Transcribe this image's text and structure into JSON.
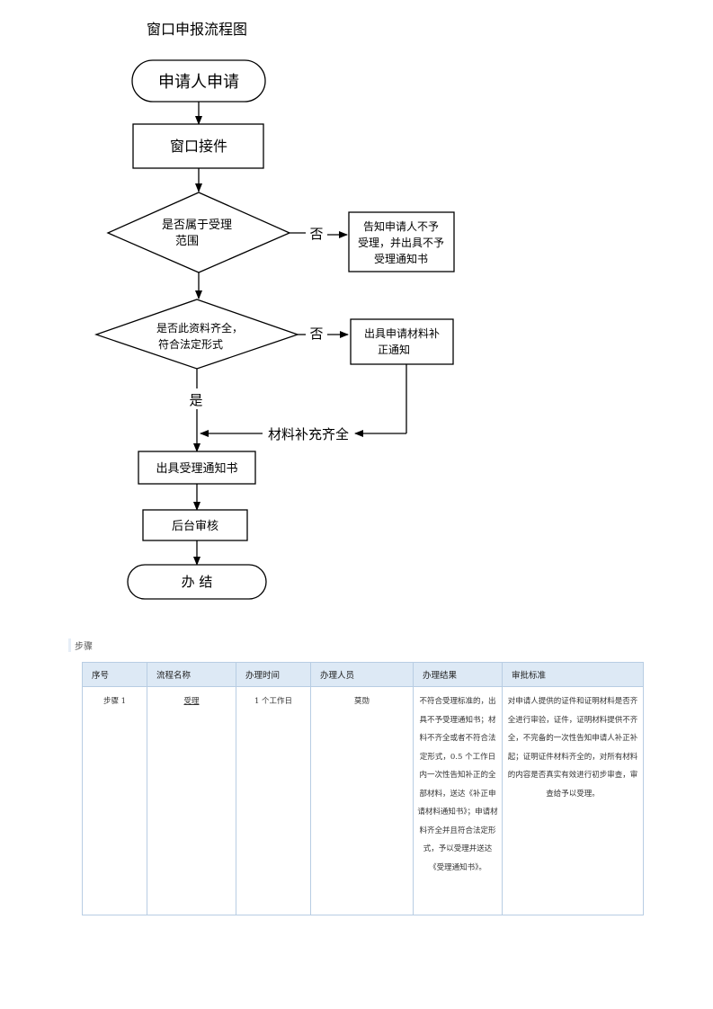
{
  "flowchart": {
    "title": "窗口申报流程图",
    "nodes": {
      "start": "申请人申请",
      "receive": "窗口接件",
      "decision1": [
        "是否属于受理",
        "范围"
      ],
      "reject": [
        "告知申请人不予",
        "受理，并出具不予",
        "受理通知书"
      ],
      "decision2": [
        "是否此资料齐全，",
        "符合法定形式"
      ],
      "supplement": [
        "出具申请材料补",
        "正通知"
      ],
      "accept": "出具受理通知书",
      "review": "后台审核",
      "end": "办 结"
    },
    "edges": {
      "no1": "否",
      "no2": "否",
      "yes": "是",
      "complete": "材料补充齐全"
    }
  },
  "steps_section": {
    "label": "步骤",
    "headers": [
      "序号",
      "流程名称",
      "办理时间",
      "办理人员",
      "办理结果",
      "审批标准"
    ],
    "rows": [
      {
        "seq": "步骤 1",
        "name": "受理",
        "time": "1 个工作日",
        "staff": "莫勋",
        "result": "不符合受理标准的，出具不予受理通知书；材料不齐全或者不符合法定形式，0.5 个工作日内一次性告知补正的全部材料，送达《补正申请材料通知书》；申请材料齐全并且符合法定形式，予以受理并送达《受理通知书》。",
        "standard": "对申请人提供的证件和证明材料是否齐全进行审验，证件，证明材料提供不齐全，不完备的一次性告知申请人补正补起；证明证件材料齐全的，对所有材料的内容是否真实有效进行初步审查，审查给予以受理。"
      }
    ]
  }
}
